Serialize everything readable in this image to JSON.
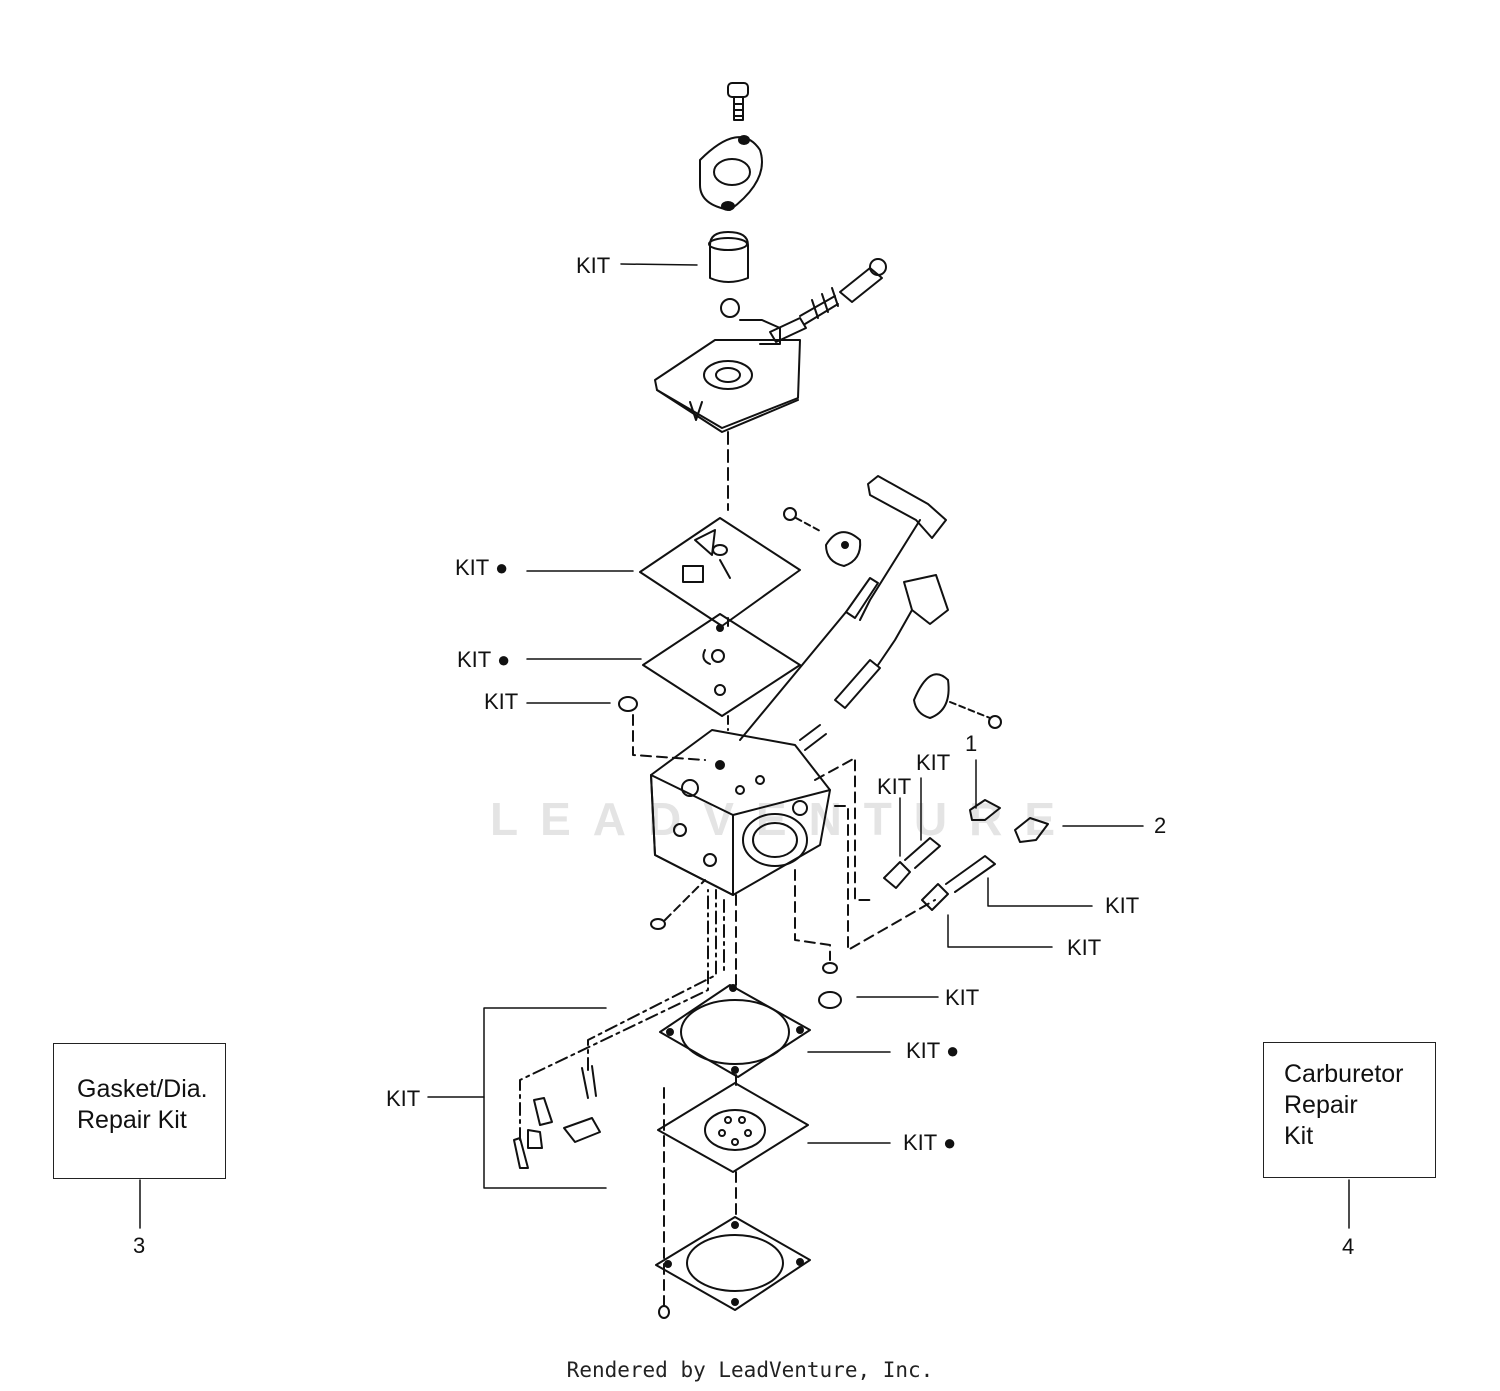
{
  "labels": {
    "kit": "KIT",
    "kit_dot": "KIT ●",
    "callout_1": "1",
    "callout_2": "2",
    "callout_3": "3",
    "callout_4": "4"
  },
  "boxes": {
    "gasket_kit": [
      "Gasket/Dia.",
      "Repair Kit"
    ],
    "carb_kit": [
      "Carburetor",
      "Repair",
      "Kit"
    ]
  },
  "watermark": "LEADVENTURE",
  "footer": "Rendered by LeadVenture, Inc."
}
